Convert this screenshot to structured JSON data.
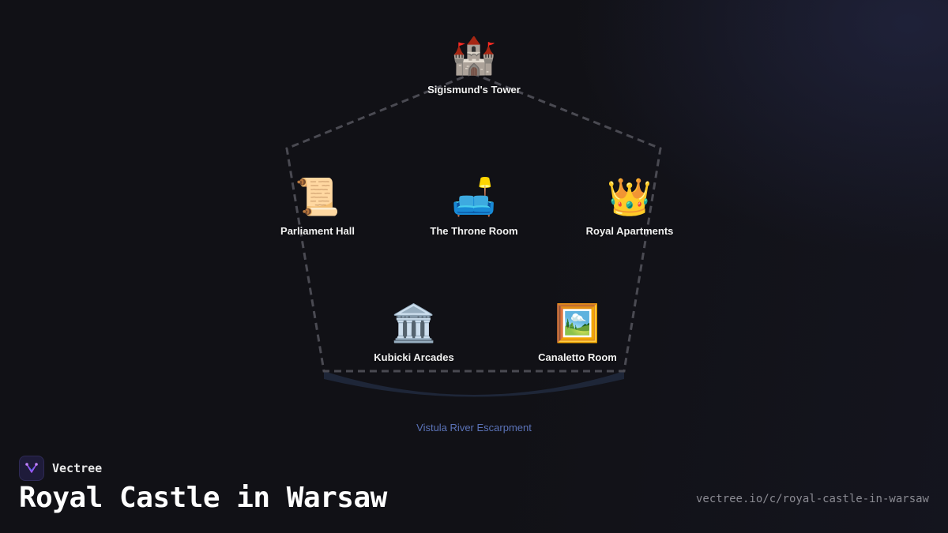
{
  "diagram": {
    "nodes": [
      {
        "id": "tower",
        "emoji": "🏰",
        "label": "Sigismund's Tower"
      },
      {
        "id": "parliament",
        "emoji": "📜",
        "label": "Parliament Hall"
      },
      {
        "id": "throne",
        "emoji": "🛋️",
        "label": "The Throne Room"
      },
      {
        "id": "apartments",
        "emoji": "👑",
        "label": "Royal Apartments"
      },
      {
        "id": "arcades",
        "emoji": "🏛️",
        "label": "Kubicki Arcades"
      },
      {
        "id": "canaletto",
        "emoji": "🖼️",
        "label": "Canaletto Room"
      }
    ],
    "river_label": "Vistula River Escarpment",
    "colors": {
      "boundary": "#4a4a52",
      "river": "#1e2638",
      "river_label": "#5b73b8"
    }
  },
  "brand": {
    "name": "Vectree",
    "logo_icon": "vectree-logo-icon"
  },
  "page": {
    "title": "Royal Castle in Warsaw",
    "url": "vectree.io/c/royal-castle-in-warsaw"
  }
}
